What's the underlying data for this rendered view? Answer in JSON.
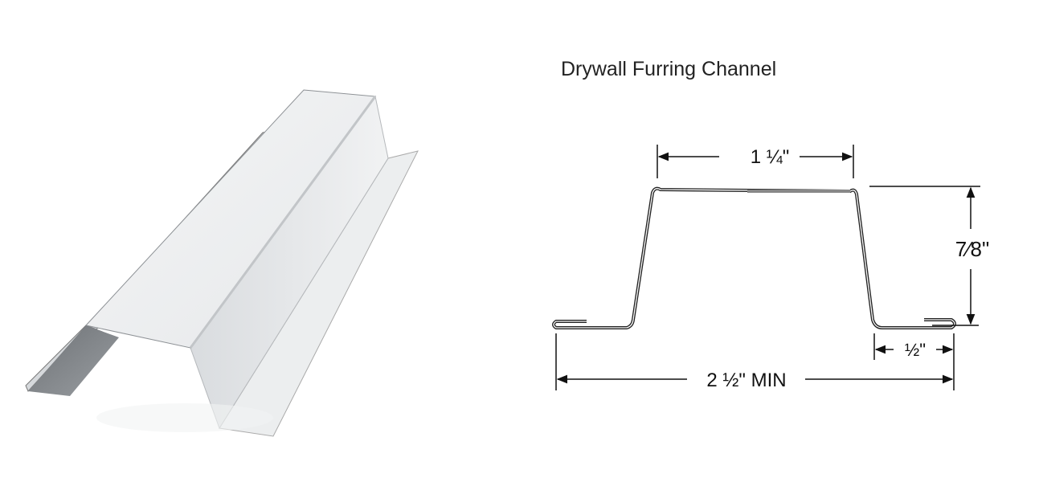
{
  "diagram": {
    "title": "Drywall Furring Channel",
    "dimensions": {
      "top_width": "1 ¼\"",
      "height": "7⁄8\"",
      "flange_width": "½\"",
      "overall_width": "2 ½\" MIN"
    }
  }
}
